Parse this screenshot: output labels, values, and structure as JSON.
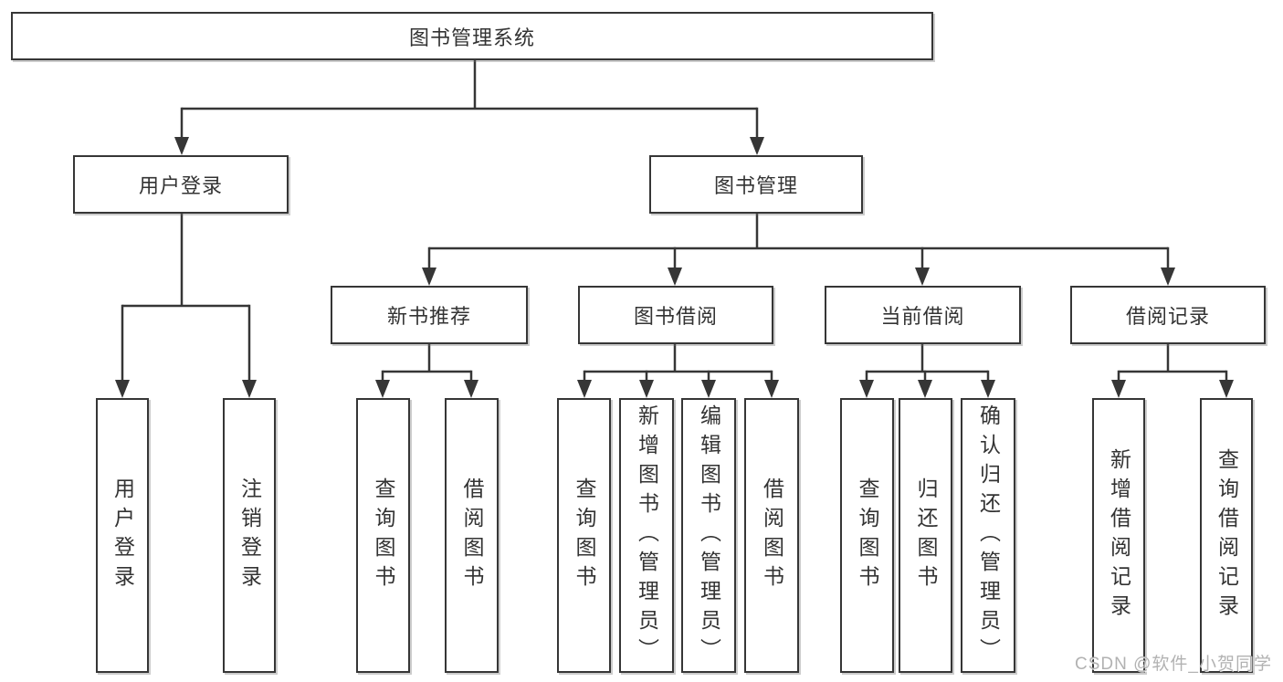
{
  "tree": {
    "root": {
      "label": "图书管理系统",
      "children": [
        {
          "label": "用户登录",
          "children": [
            {
              "label": "用户登录"
            },
            {
              "label": "注销登录"
            }
          ]
        },
        {
          "label": "图书管理",
          "children": [
            {
              "label": "新书推荐",
              "children": [
                {
                  "label": "查询图书"
                },
                {
                  "label": "借阅图书"
                }
              ]
            },
            {
              "label": "图书借阅",
              "children": [
                {
                  "label": "查询图书"
                },
                {
                  "label": "新增图书（管理员）"
                },
                {
                  "label": "编辑图书（管理员）"
                },
                {
                  "label": "借阅图书"
                }
              ]
            },
            {
              "label": "当前借阅",
              "children": [
                {
                  "label": "查询图书"
                },
                {
                  "label": "归还图书"
                },
                {
                  "label": "确认归还（管理员）"
                }
              ]
            },
            {
              "label": "借阅记录",
              "children": [
                {
                  "label": "新增借阅记录"
                },
                {
                  "label": "查询借阅记录"
                }
              ]
            }
          ]
        }
      ]
    }
  },
  "watermark": {
    "text": "CSDN @软件_小贺同学"
  },
  "colors": {
    "line": "#363636",
    "box_border": "#363636",
    "text": "#333333",
    "watermark": "#b2b2b2",
    "background": "#ffffff"
  }
}
